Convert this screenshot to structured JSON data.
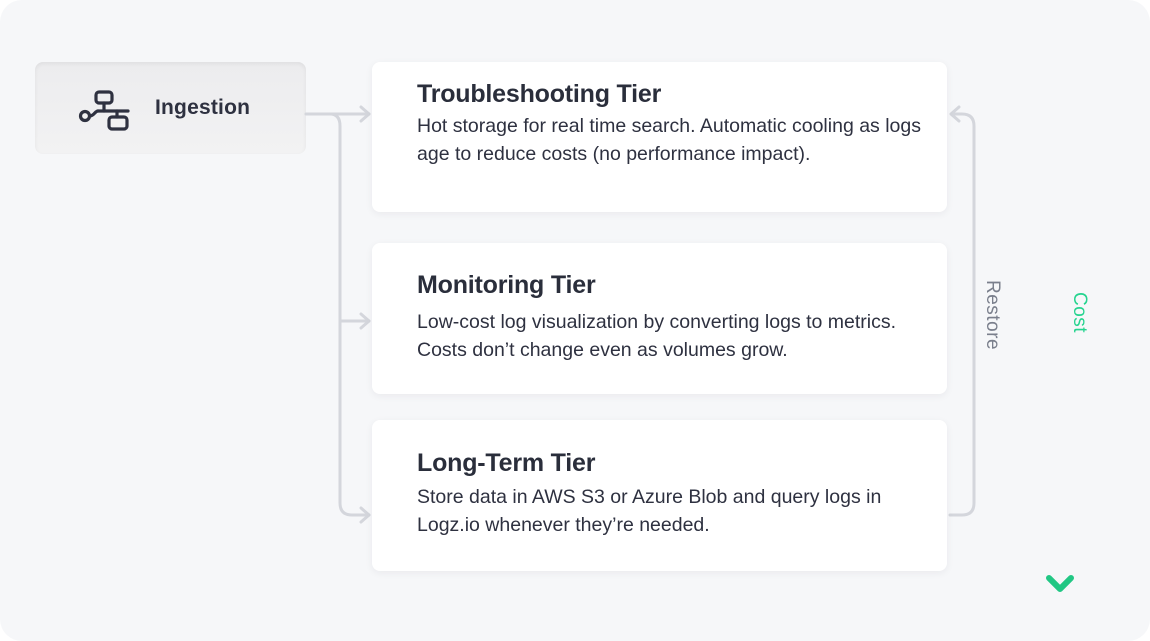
{
  "source": {
    "label": "Ingestion",
    "icon": "network-flow-icon"
  },
  "tiers": [
    {
      "title": "Troubleshooting Tier",
      "description": "Hot storage for real time search. Automatic cooling as logs age to reduce costs (no performance impact)."
    },
    {
      "title": "Monitoring Tier",
      "description": "Low-cost log visualization by converting logs to metrics. Costs don’t change even as volumes grow."
    },
    {
      "title": "Long-Term Tier",
      "description": "Store data in AWS S3 or Azure Blob and query logs in Logz.io whenever they’re needed."
    }
  ],
  "restore": {
    "label": "Restore",
    "from": "Long-Term Tier",
    "to": "Troubleshooting Tier"
  },
  "cost_axis": {
    "label": "Cost",
    "direction": "down",
    "color": "#25d48f"
  },
  "colors": {
    "background": "#f6f7f9",
    "card": "#ffffff",
    "text": "#2a2e3b",
    "connector": "#d4d6dc",
    "restore_text": "#7a7f8c",
    "accent_green": "#25d48f"
  }
}
